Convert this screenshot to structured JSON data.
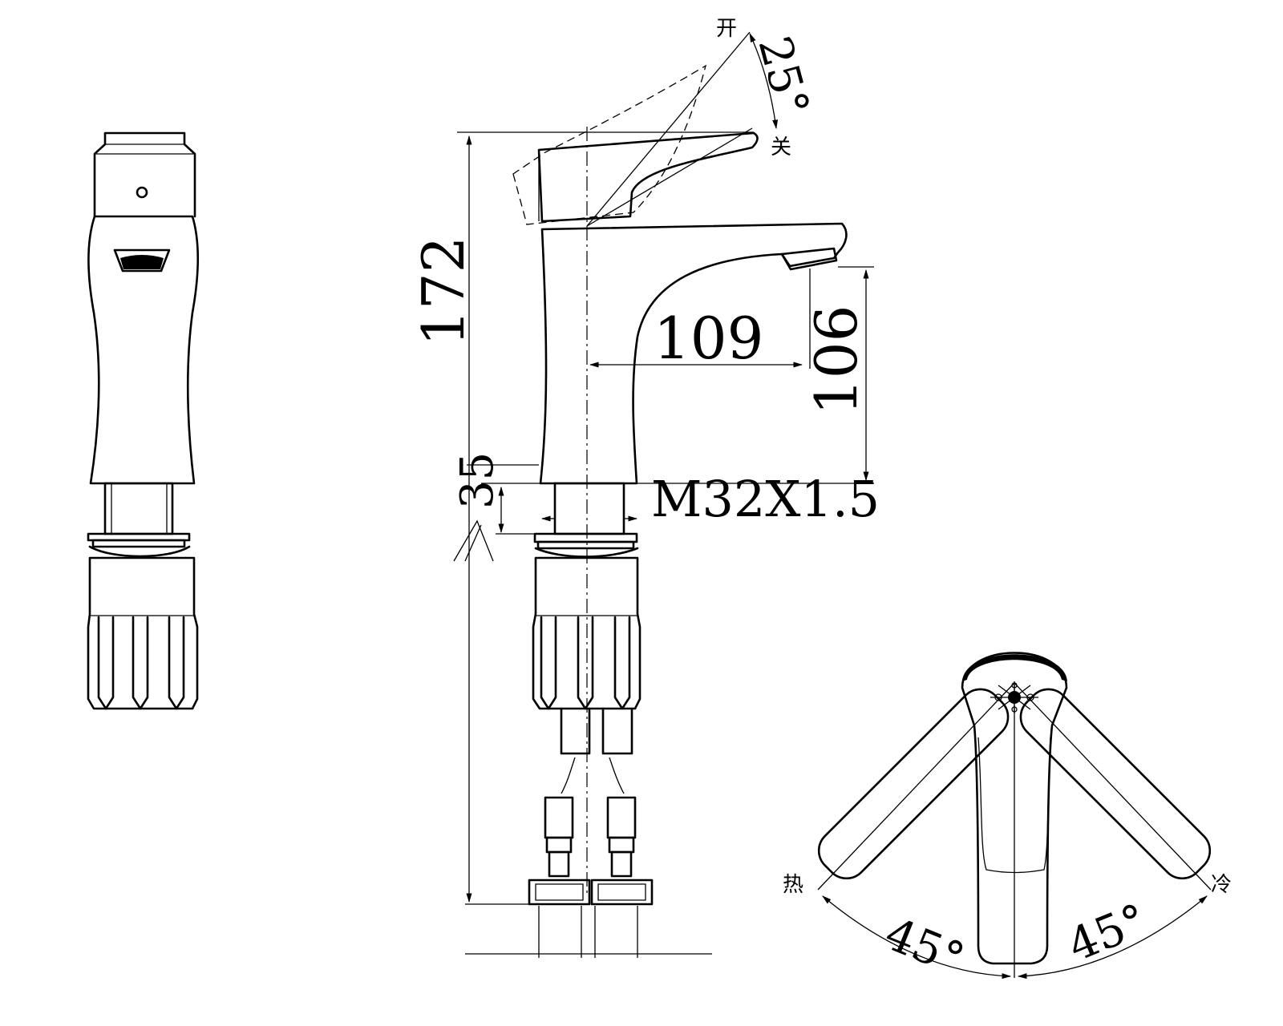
{
  "dimensions": {
    "height_total": "172",
    "spout_reach": "109",
    "spout_height": "106",
    "thread": "M32X1.5",
    "base_thickness": "35",
    "handle_swing_angle": "25°",
    "hot_angle": "45°",
    "cold_angle": "45°"
  },
  "labels": {
    "open": "开",
    "close": "关",
    "hot": "热",
    "cold": "冷"
  },
  "colors": {
    "line": "#000000",
    "background": "#ffffff"
  }
}
